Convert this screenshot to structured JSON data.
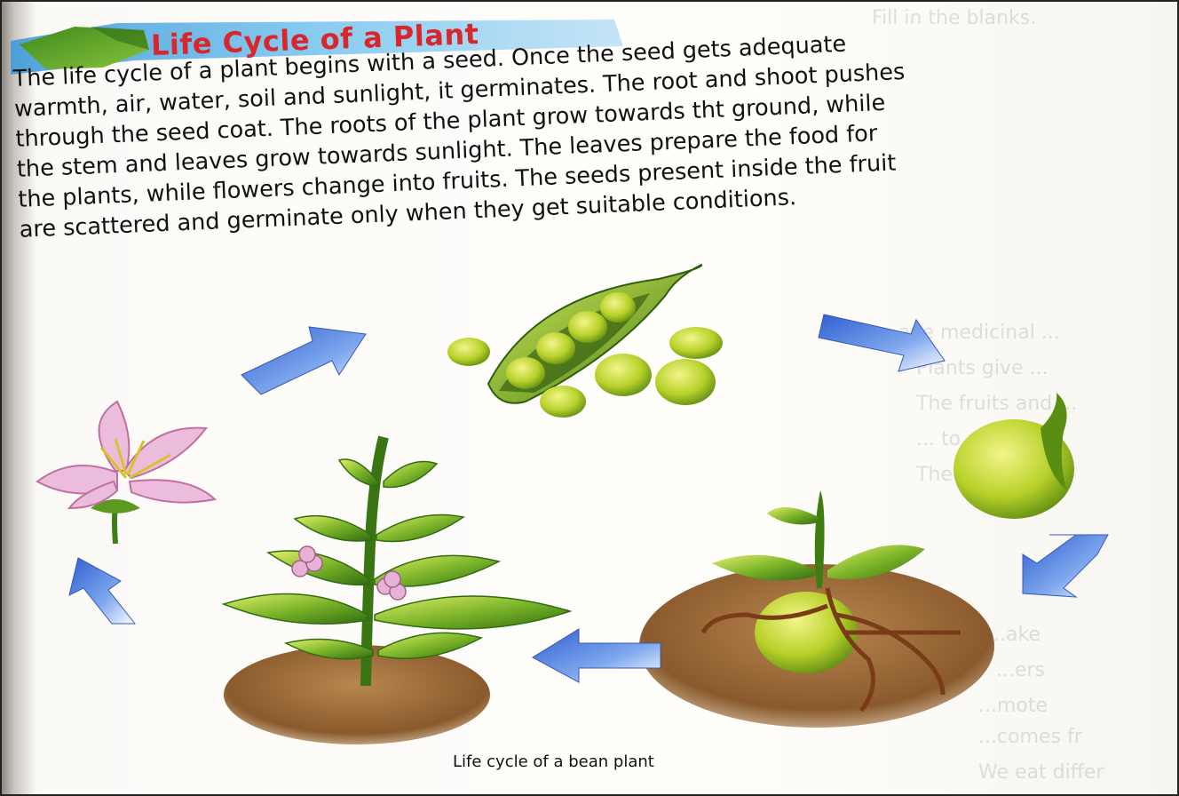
{
  "heading": {
    "title": "Life Cycle of a Plant"
  },
  "paragraph": {
    "lines": [
      "The life cycle of a plant begins with a seed. Once the seed gets adequate",
      "warmth, air, water, soil and sunlight, it germinates. The root and shoot pushes",
      "through the seed coat. The roots of the plant grow towards tht ground, while",
      "the stem and leaves grow towards sunlight. The leaves prepare the food for",
      "the plants, while flowers change into fruits. The seeds present inside the fruit",
      "are scattered and germinate only when they get suitable conditions."
    ]
  },
  "figure": {
    "caption": "Life cycle of a bean plant",
    "stages": [
      "flower-icon",
      "pea-pod-icon",
      "bean-seed-icon",
      "seedling-icon",
      "mature-plant-icon"
    ],
    "colors": {
      "ribbon": "#5fb4e6",
      "title": "#d8262c",
      "arrow": "#4a78d8",
      "leaf": "#5f9d1e",
      "soil": "#9a6a3a",
      "seed": "#b5cf2a",
      "flower": "#e9b6d8"
    }
  }
}
